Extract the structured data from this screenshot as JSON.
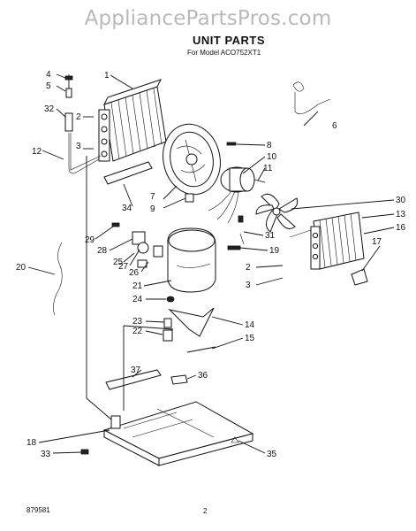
{
  "watermark": "AppliancePartsPros.com",
  "title": "UNIT PARTS",
  "subtitle": "For Model ACO752XT1",
  "footer": {
    "code": "879581",
    "page": "2"
  },
  "callouts": [
    "1",
    "2",
    "3",
    "4",
    "5",
    "6",
    "7",
    "8",
    "9",
    "10",
    "11",
    "12",
    "13",
    "14",
    "15",
    "16",
    "17",
    "18",
    "19",
    "20",
    "21",
    "22",
    "23",
    "24",
    "25",
    "26",
    "27",
    "28",
    "29",
    "30",
    "31",
    "32",
    "33",
    "34",
    "35",
    "36",
    "37"
  ]
}
